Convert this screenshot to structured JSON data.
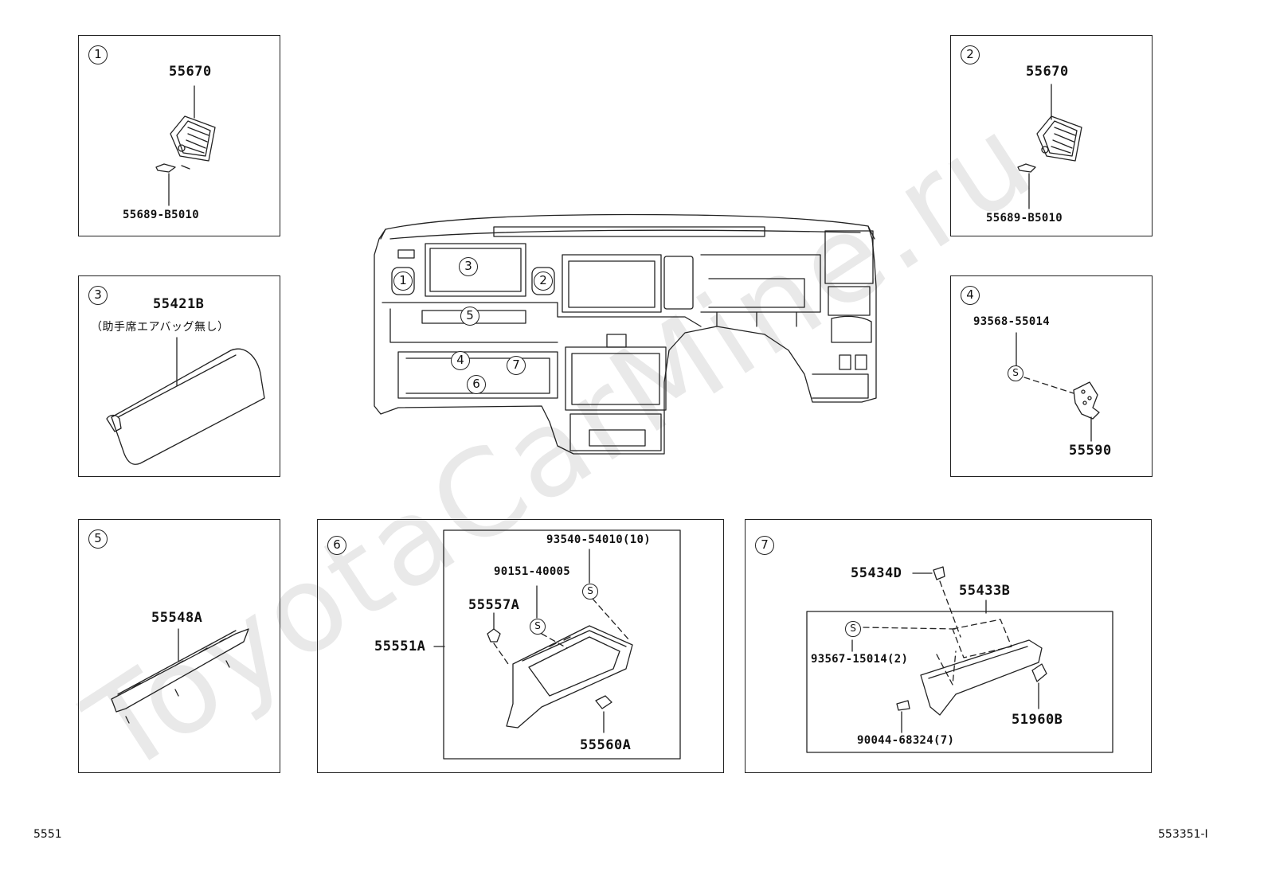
{
  "watermark": "ToyotaCarMine.ru",
  "footer": {
    "left": "5551",
    "right": "553351-I"
  },
  "callouts": {
    "c1": "1",
    "c2": "2",
    "c3": "3",
    "c4": "4",
    "c5": "5",
    "c6": "6",
    "c7": "7",
    "s": "S"
  },
  "panel1": {
    "part_main": "55670",
    "part_clip": "55689-B5010"
  },
  "panel2": {
    "part_main": "55670",
    "part_clip": "55689-B5010"
  },
  "panel3": {
    "part_main": "55421B",
    "note": "（助手席エアバッグ無し）"
  },
  "panel4": {
    "part_screw": "93568-55014",
    "part_bracket": "55590"
  },
  "panel5": {
    "part_main": "55548A"
  },
  "panel6": {
    "part_screw": "93540-54010(10)",
    "part_nut": "90151-40005",
    "part_latch": "55557A",
    "part_box": "55551A",
    "part_damper": "55560A"
  },
  "panel7": {
    "part_clip": "55434D",
    "part_cover": "55433B",
    "part_screw": "93567-15014(2)",
    "part_clip2": "90044-68324(7)",
    "part_bracket": "51960B"
  }
}
